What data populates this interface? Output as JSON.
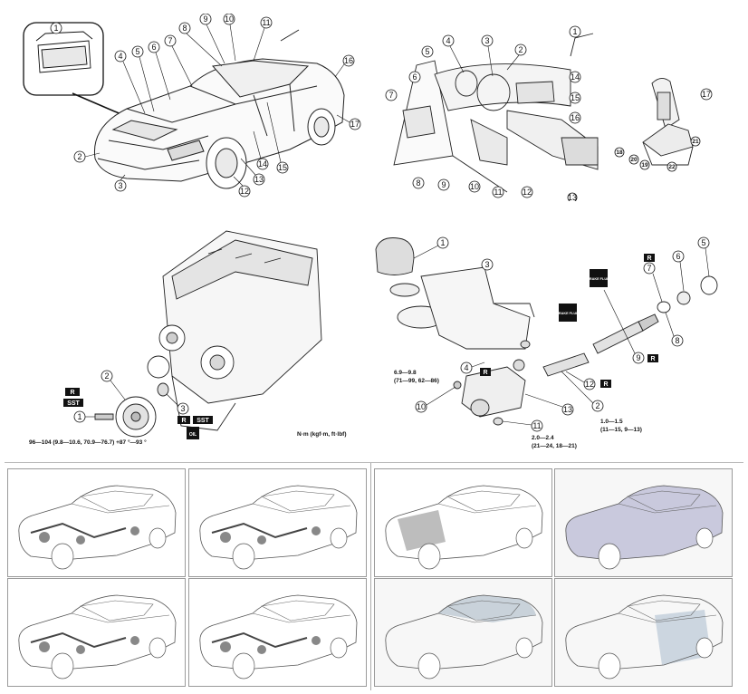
{
  "exterior": {
    "callouts": [
      "1",
      "2",
      "3",
      "4",
      "5",
      "6",
      "7",
      "8",
      "9",
      "10",
      "11",
      "12",
      "13",
      "14",
      "15",
      "16",
      "17"
    ]
  },
  "interior": {
    "callouts": [
      "1",
      "2",
      "3",
      "4",
      "5",
      "6",
      "7",
      "8",
      "9",
      "10",
      "11",
      "12",
      "13",
      "14",
      "15",
      "16",
      "17",
      "18",
      "19",
      "20",
      "21",
      "22"
    ]
  },
  "engine": {
    "callouts": [
      "1",
      "2",
      "3"
    ],
    "tags": {
      "r": "R",
      "sst": "SST",
      "r2": "R",
      "sst2": "SST",
      "oil": "OIL"
    },
    "torque_spec": "96—104 (9.8—10.6, 70.9—76.7) +87 °—93 °",
    "unit_note": "N·m (kgf·m, ft·lbf)"
  },
  "master_cylinder": {
    "callouts": [
      "1",
      "2",
      "3",
      "4",
      "5",
      "6",
      "7",
      "8",
      "9",
      "10",
      "11",
      "12",
      "13"
    ],
    "tags": {
      "r_top": "R",
      "r_9": "R",
      "r_mid": "R",
      "r_12": "R",
      "fluid": "BRAKE FLUID",
      "fluid2": "BRAKE FLUID"
    },
    "torque_a": [
      "6.9—9.8",
      "(71—99, 62—86)"
    ],
    "torque_b": [
      "2.0—2.4",
      "(21—24, 18—21)"
    ],
    "torque_c": [
      "1.0—1.5",
      "(11—15, 9—13)"
    ]
  }
}
